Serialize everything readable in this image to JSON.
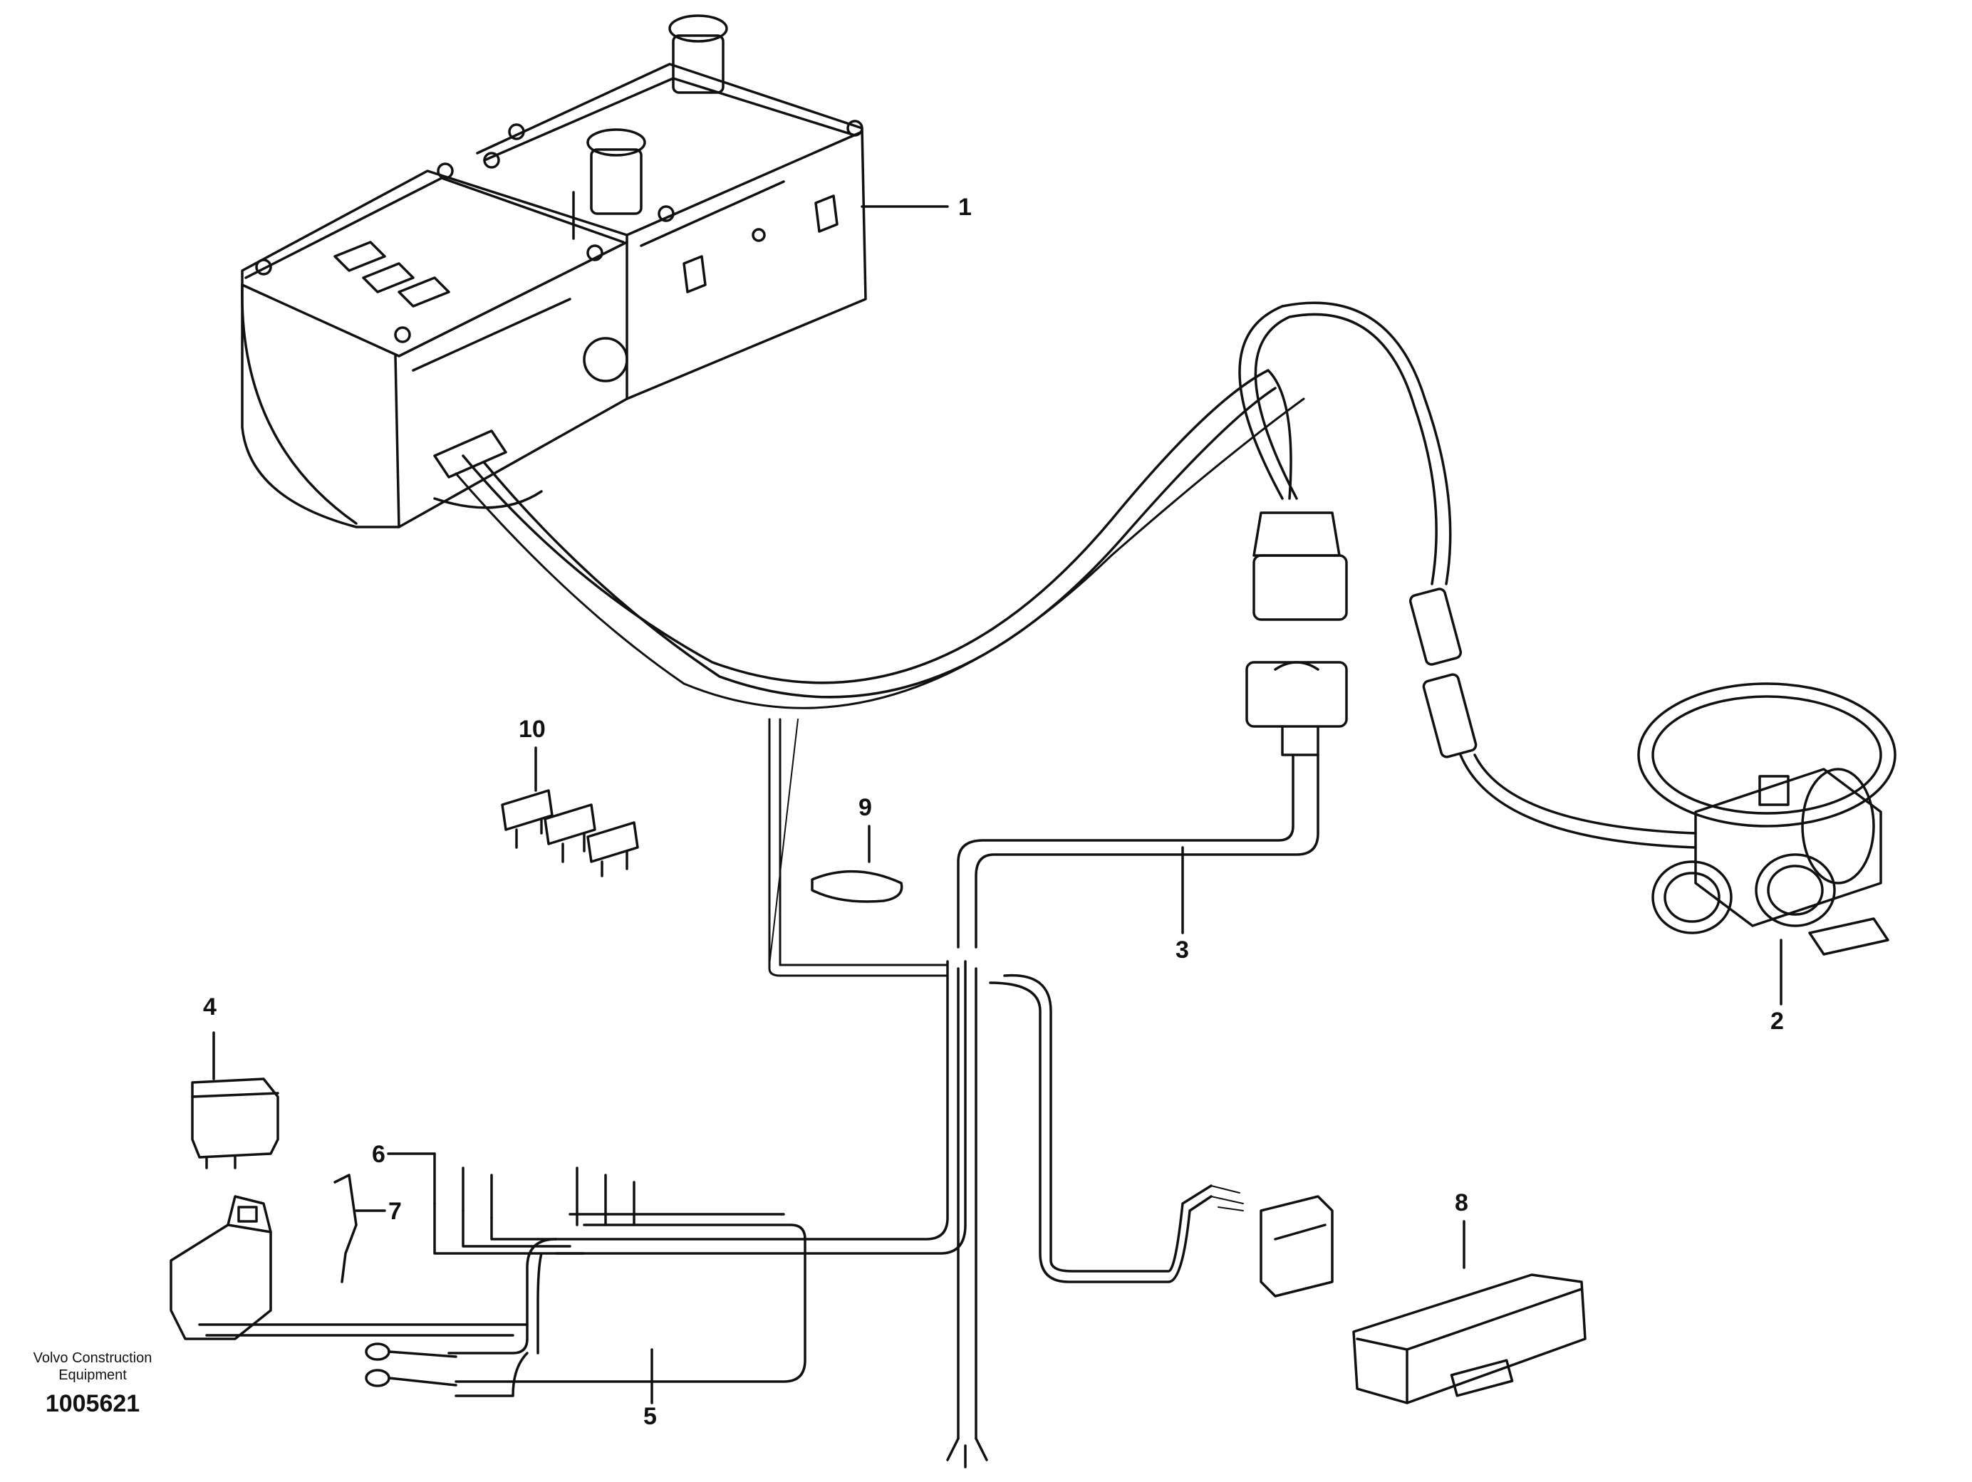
{
  "callouts": [
    "1",
    "2",
    "3",
    "4",
    "5",
    "6",
    "7",
    "8",
    "9",
    "10"
  ],
  "brand_line1": "Volvo Construction",
  "brand_line2": "Equipment",
  "doc_number": "1005621",
  "colors": {
    "line": "#111111",
    "background": "#ffffff"
  }
}
